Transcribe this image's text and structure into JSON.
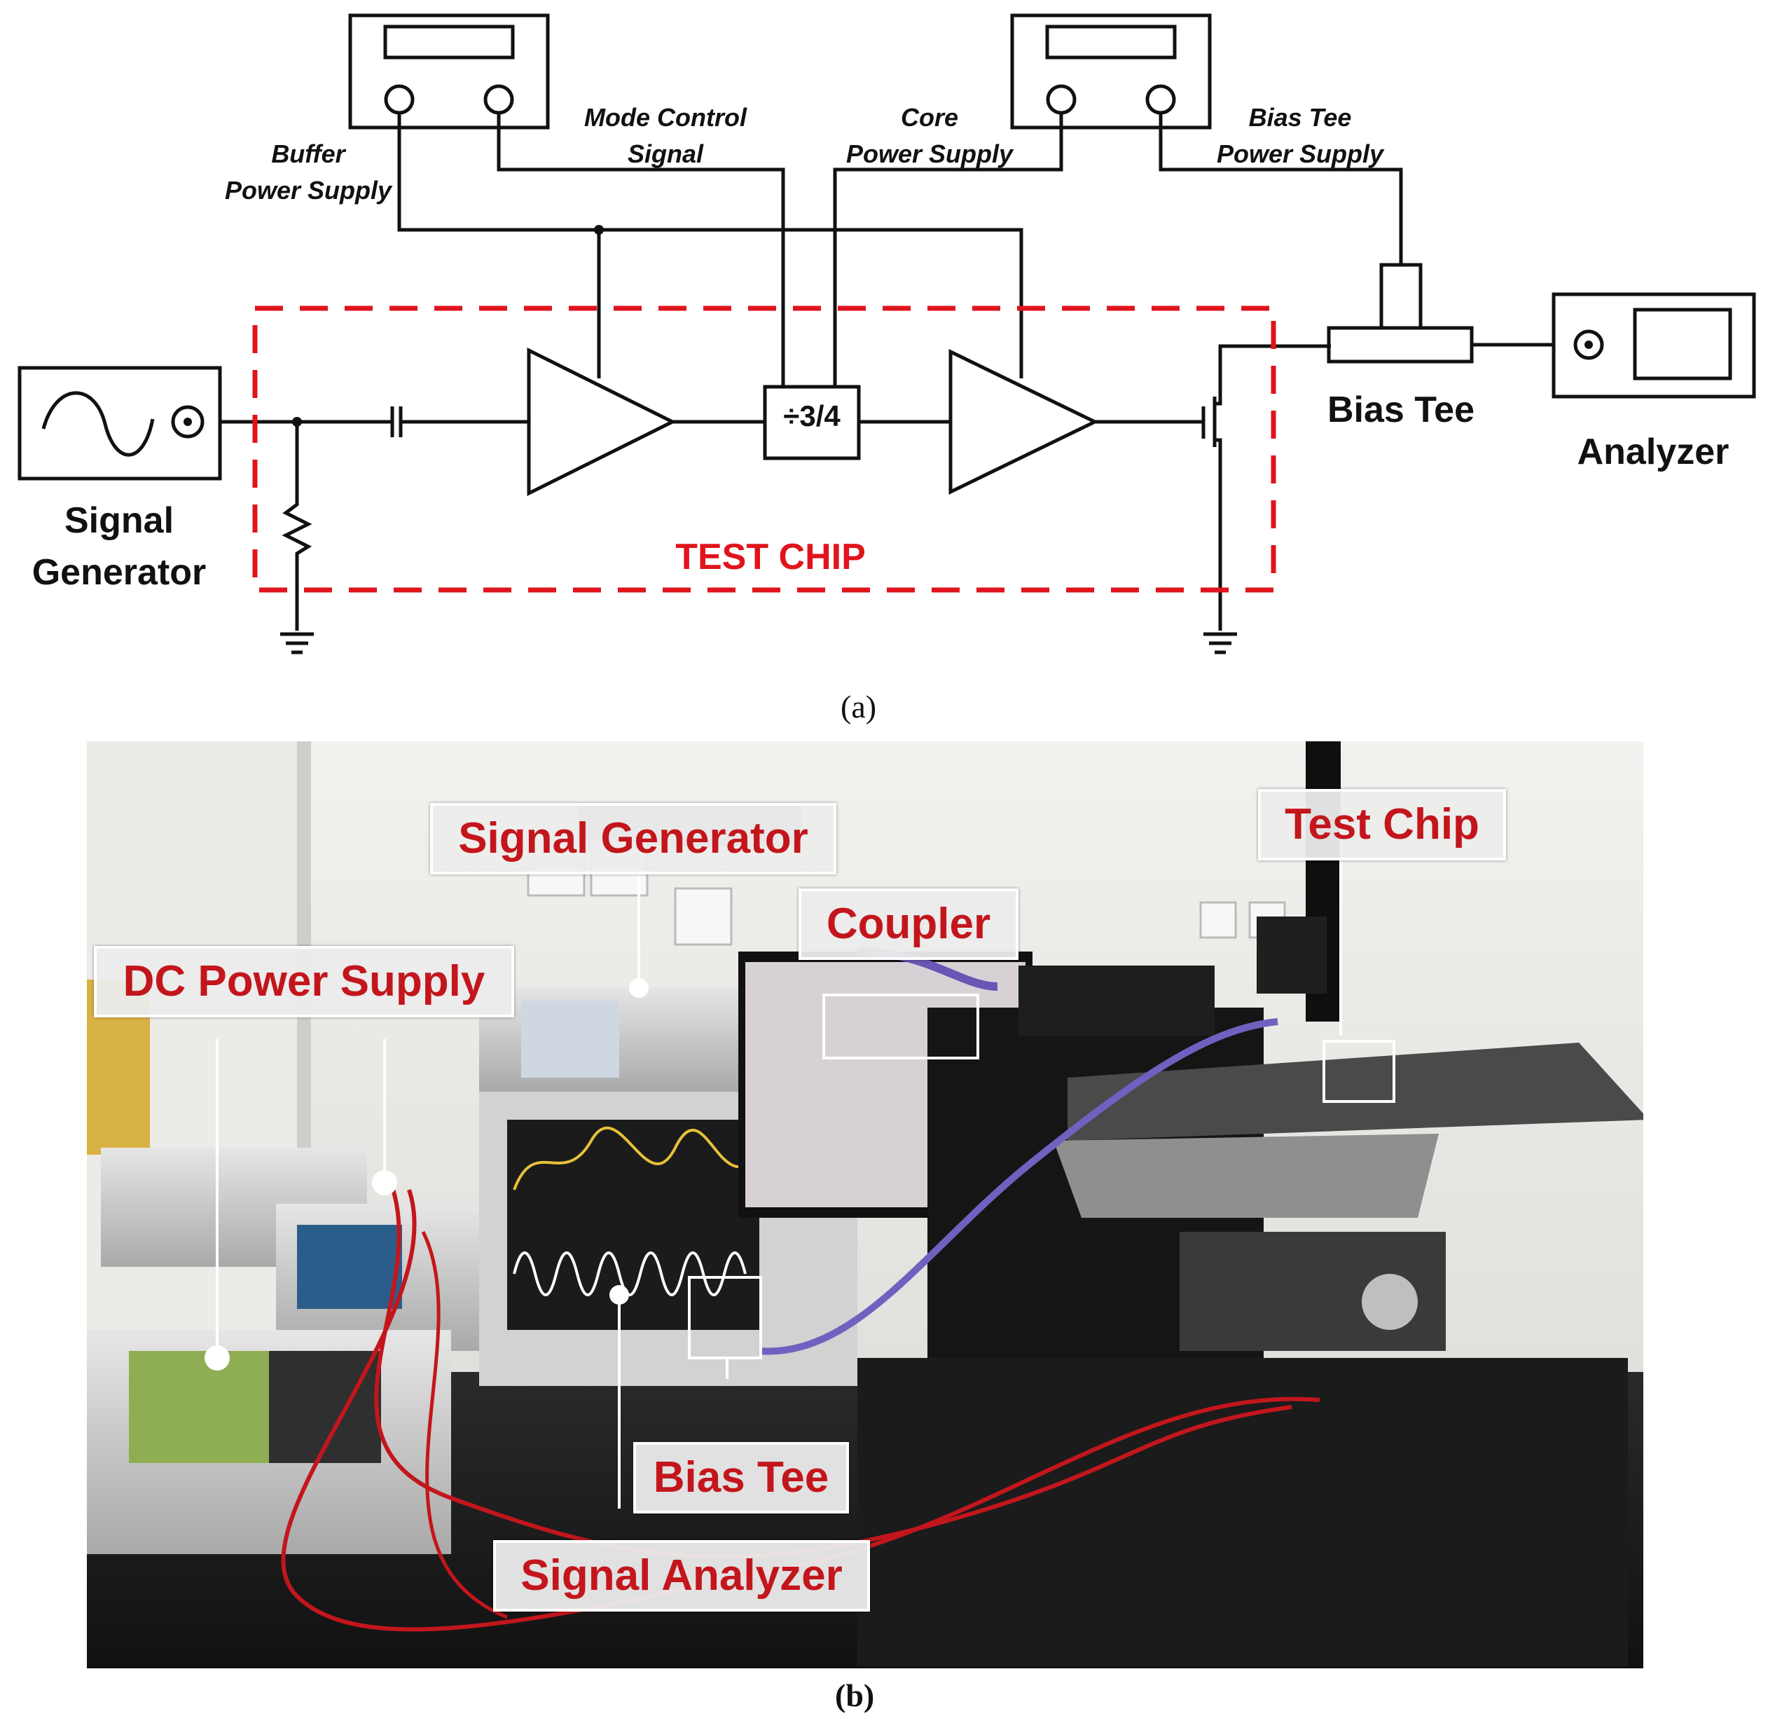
{
  "part_a": {
    "caption": "(a)",
    "buffer_label": [
      "Buffer",
      "Power Supply"
    ],
    "mode_label": [
      "Mode Control",
      "Signal"
    ],
    "core_label": [
      "Core",
      "Power Supply"
    ],
    "biastee_ps_label": [
      "Bias Tee",
      "Power Supply"
    ],
    "signal_generator_label": [
      "Signal",
      "Generator"
    ],
    "test_chip_label": "TEST CHIP",
    "divider_label": "÷3/4",
    "bias_tee_label": "Bias Tee",
    "analyzer_label": "Analyzer",
    "test_chip_color": "#e0141c"
  },
  "part_b": {
    "caption": "(b)",
    "callouts": {
      "signal_generator": "Signal Generator",
      "coupler": "Coupler",
      "test_chip": "Test Chip",
      "dc_power_supply": "DC Power Supply",
      "bias_tee": "Bias Tee",
      "signal_analyzer": "Signal Analyzer"
    },
    "callout_color": "#c3161c"
  }
}
